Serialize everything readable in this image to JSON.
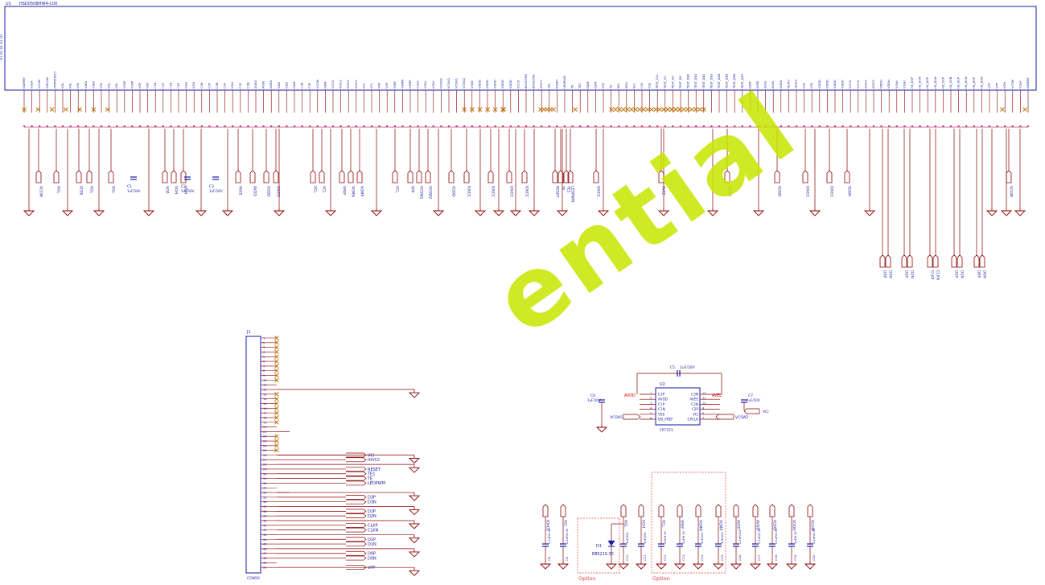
{
  "u1": {
    "ref": "U1",
    "part": "HSD050BHW4-C00",
    "side_label": "U1 U1 U1 U1 U1",
    "pin_names_left": [
      "DUMMY",
      "VSSA",
      "VCOM",
      "VMCOM",
      "OTPDETECT",
      "VGL",
      "VGL",
      "VSS",
      "VDDI",
      "VDDI",
      "VSS",
      "VGL",
      "VGL",
      "VSSP",
      "VSSP",
      "VGP",
      "VGP",
      "C1N",
      "C1P",
      "C1N",
      "C1P",
      "VGH",
      "VGH",
      "C2N",
      "C2P",
      "C2N",
      "C2P",
      "VGH",
      "C3P",
      "C3N",
      "AVDD",
      "AVEE",
      "AVDD",
      "VDD",
      "VDD",
      "DUM",
      "C3N",
      "C3P",
      "VCOM",
      "DUM",
      "VCCO",
      "IOVCC",
      "IOVCC",
      "IOVCC",
      "VCL",
      "VCL",
      "VGP",
      "VGP",
      "VREF",
      "VGMN",
      "VGMP",
      "VSSA",
      "VSSA",
      "VSSA",
      "VCSW1",
      "VCSW2",
      "VCSW1",
      "VCSW2",
      "VSSD",
      "VDDD",
      "VDDD",
      "VDDD",
      "VDDD",
      "VDDD",
      "VCCD",
      "BOOSTM0",
      "BOOSTM1",
      "IOVCC",
      "TE1",
      "RESET",
      "LEDPWM",
      "TE",
      "TE1",
      "DUM",
      "DUM",
      "VSS",
      "TE"
    ],
    "pin_names_right": [
      "SDI",
      "SDO",
      "SCL",
      "CSX",
      "VSS",
      "TEST_CLK",
      "TEST_VS",
      "TEST_HS",
      "TEST_DE",
      "TEST_DB0",
      "TEST_DB1",
      "TEST_DB2",
      "TEST_DB3",
      "TEST_DB4",
      "TEST_DB5",
      "TEST_DB6",
      "TEST_DB7",
      "DUM",
      "AVEE",
      "AVSS",
      "AVSS",
      "AVDD",
      "TEST1",
      "TEST2",
      "VSS",
      "VSS",
      "VDDD",
      "VDDD",
      "VDDD",
      "VDDD",
      "VCCD",
      "VCCD",
      "IOVCC",
      "IOVCC",
      "VDDH",
      "VDDH",
      "VSSH",
      "VSSH",
      "HS_D3P",
      "HS_D3N",
      "HS_D2P",
      "HS_D2N",
      "HS_CKP",
      "HS_CKN",
      "HS_D1P",
      "HS_D1N",
      "HS_D0P",
      "HS_D0N",
      "VPP",
      "VPP",
      "VGH",
      "VCOM",
      "VSSA",
      "DUMMY"
    ]
  },
  "net_labels_top": [
    "VCOM",
    "VGL",
    "VDDI",
    "VGL",
    "VGL",
    "VGP",
    "VGH",
    "VGH",
    "AVEE",
    "AVDD",
    "VDDD",
    "IOVCC",
    "VCL",
    "VCL",
    "VREF",
    "VGMN",
    "VGMP",
    "VCL",
    "VPP",
    "VCSW1",
    "VCSW2",
    "VDDD",
    "IOVCC",
    "IOVCC",
    "IOVCC",
    "IOVCC",
    "RESET",
    "TE",
    "TE1",
    "LEDPWM",
    "IOVCC",
    "AVEE",
    "AVDD",
    "VDDD",
    "IOVCC",
    "IOVCC",
    "VDDH",
    "VCOM"
  ],
  "caps_top": [
    {
      "ref": "C1",
      "val": "1uF/16V"
    },
    {
      "ref": "C2",
      "val": "1uF/16V"
    },
    {
      "ref": "C3",
      "val": "1uF/16V"
    }
  ],
  "diff_labels": [
    "D3P",
    "D3N",
    "D2P",
    "D2N",
    "CLKP",
    "CLKN",
    "D1P",
    "D1N",
    "D0P",
    "D0N"
  ],
  "j1": {
    "ref": "J1",
    "part": "CON50",
    "pin_numbers": [
      "1",
      "2",
      "3",
      "4",
      "5",
      "6",
      "7",
      "8",
      "9",
      "10",
      "11",
      "12",
      "13",
      "14",
      "15",
      "16",
      "17",
      "18",
      "19",
      "20",
      "21",
      "22",
      "23",
      "24",
      "25",
      "26",
      "27",
      "28",
      "29",
      "30",
      "31",
      "32",
      "33",
      "34",
      "35",
      "36",
      "37",
      "38",
      "39",
      "40",
      "41",
      "42",
      "43",
      "44",
      "45",
      "46",
      "47",
      "48",
      "49",
      "50"
    ],
    "nets": [
      "VCI",
      "IOVCC",
      "RESET",
      "TE1",
      "TE",
      "LEDPWM",
      "D3P",
      "D3N",
      "D2P",
      "D2N",
      "CLKP",
      "CLKN",
      "D1P",
      "D1N",
      "D0P",
      "D0N",
      "VPP"
    ]
  },
  "u2": {
    "ref": "U2",
    "part": "FP7721",
    "pins_left": [
      "C3P",
      "AVDD",
      "C1P",
      "C1N",
      "VSS",
      "EN_VREF"
    ],
    "pins_right": [
      "C3N",
      "AVEE",
      "C2N",
      "C2P",
      "VCI",
      "CPCLK"
    ],
    "pin_nums_left": [
      "1",
      "2",
      "3",
      "4",
      "5",
      "6"
    ],
    "pin_nums_right": [
      "12",
      "11",
      "10",
      "9",
      "8",
      "7"
    ],
    "net_left": "AVDD",
    "net_right": "AVEE",
    "vcsw1": "VCSW1",
    "vcsw2": "VCSW2",
    "vci": "VCI",
    "c5": {
      "ref": "C5",
      "val": "1uF/10V"
    },
    "c6": {
      "ref": "C6",
      "val": "1uF/10V"
    },
    "c7": {
      "ref": "C7",
      "val": "1uF/10V"
    }
  },
  "bottom_caps": {
    "nets": [
      "IOVCC",
      "VCI",
      "VGL",
      "VGH",
      "VCL",
      "VREF",
      "VGMN",
      "VGMP",
      "AVEE",
      "AVDD",
      "VDDD",
      "VDDH",
      "VCOM"
    ],
    "refs": [
      "C8",
      "C9",
      "C10",
      "C11",
      "C12",
      "C13",
      "C14",
      "C15",
      "C16",
      "C17",
      "C18",
      "C19",
      "C20"
    ],
    "vals": [
      "2.2uF/6.3V",
      "2.2uF/6.3V",
      "1uF/25V",
      "1uF/25V",
      "1uF/6.3V",
      "1uF/6.3V",
      "1uF/10V",
      "1uF/10V",
      "2.2uF/10V",
      "2.2uF/6.3V",
      "2.2uF/6.3V",
      "1uF/6.3V",
      "2.2uF/6.3V"
    ],
    "d1_ref": "D1",
    "d1_part": "RB521S-30",
    "option1": "Option",
    "option2": "Option"
  },
  "watermark": "ential",
  "colors": {
    "wire": "#8b0000",
    "net": "#d40000",
    "part": "#1a1aa0",
    "pin": "#cc00cc",
    "nc": "#c07000",
    "watermark": "#c8e600"
  }
}
